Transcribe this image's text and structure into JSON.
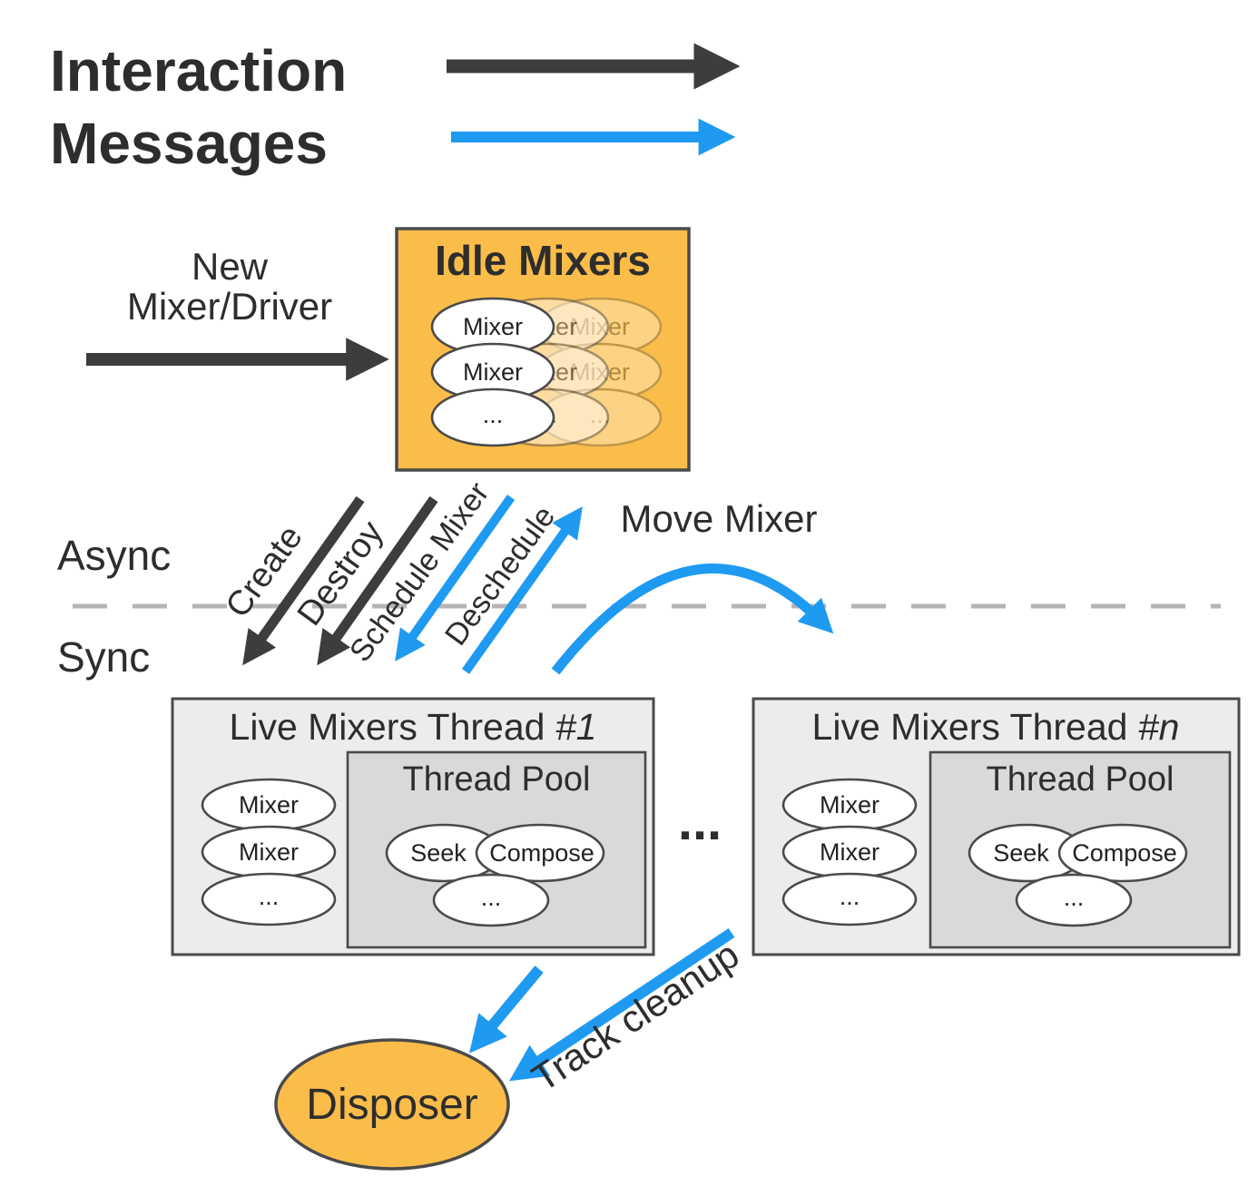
{
  "colors": {
    "interaction_arrow": "#3d3d3d",
    "message_arrow": "#1e9af1",
    "orange_fill": "#fbbd4a",
    "outer_box_fill": "#ececec",
    "pool_box_fill": "#d9d9d9",
    "border": "#4a4a4a",
    "text": "#2d2d2d"
  },
  "legend": {
    "interaction_label": "Interaction",
    "messages_label": "Messages"
  },
  "new_mixer": {
    "line1": "New",
    "line2": "Mixer/Driver"
  },
  "idle_mixers": {
    "title": "Idle Mixers",
    "items": [
      "Mixer",
      "Mixer",
      "..."
    ]
  },
  "lanes": {
    "async_label": "Async",
    "sync_label": "Sync"
  },
  "arrows": {
    "create": "Create",
    "destroy": "Destroy",
    "schedule": "Schedule Mixer",
    "deschedule": "Deschedule",
    "move_mixer": "Move Mixer",
    "track_cleanup": "Track cleanup"
  },
  "thread1": {
    "title_prefix": "Live Mixers Thread ",
    "title_number": "#1",
    "mixers": [
      "Mixer",
      "Mixer",
      "..."
    ],
    "pool": {
      "title": "Thread Pool",
      "items": [
        "Seek",
        "Compose",
        "..."
      ]
    }
  },
  "threadn": {
    "title_prefix": "Live Mixers Thread ",
    "title_number": "#n",
    "mixers": [
      "Mixer",
      "Mixer",
      "..."
    ],
    "pool": {
      "title": "Thread Pool",
      "items": [
        "Seek",
        "Compose",
        "..."
      ]
    }
  },
  "between_threads_ellipsis": "...",
  "disposer": {
    "label": "Disposer"
  }
}
